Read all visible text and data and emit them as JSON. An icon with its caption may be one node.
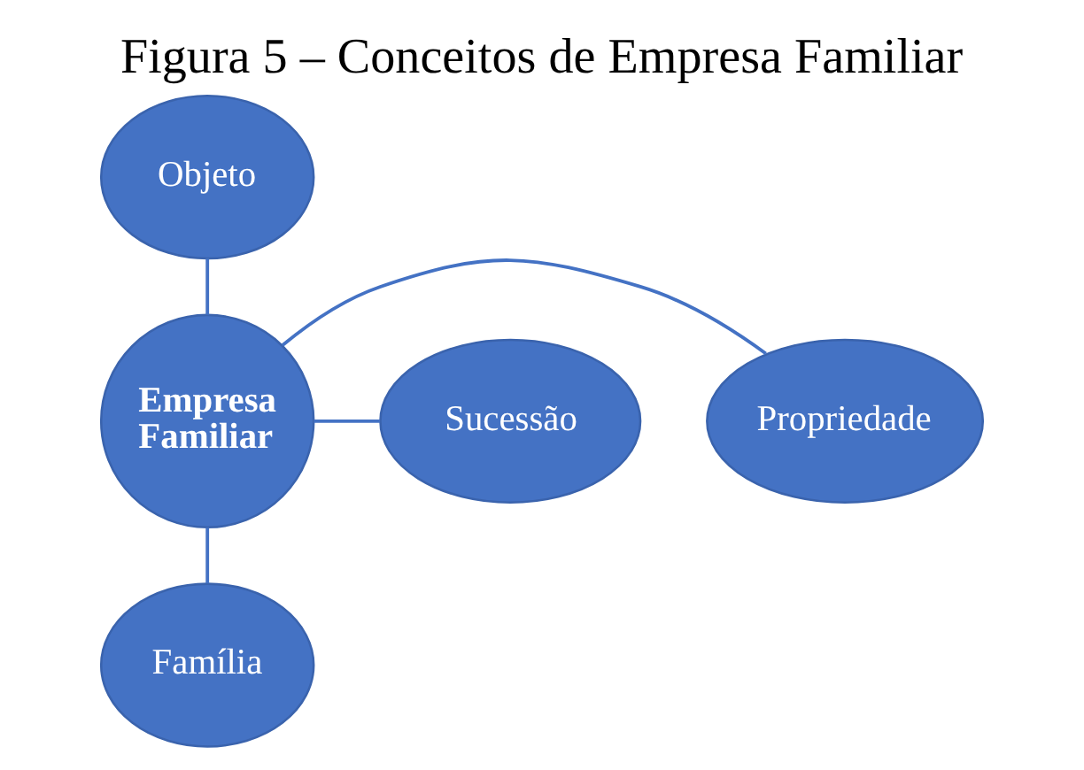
{
  "diagram": {
    "title": "Figura 5 – Conceitos de Empresa Familiar",
    "nodes": [
      {
        "text": [
          "Objeto"
        ]
      },
      {
        "text": [
          "Propriedade"
        ]
      },
      {
        "text": [
          "Empresa Familiar"
        ]
      },
      {
        "text": [
          "Sucessão"
        ]
      },
      {
        "text": [
          "Família"
        ]
      }
    ],
    "edges": [
      {
        "from": 2,
        "to": 0,
        "arrow": "none"
      },
      {
        "from": 2,
        "to": 1,
        "arrow": "none"
      },
      {
        "from": 2,
        "to": 3,
        "arrow": "none"
      },
      {
        "from": 2,
        "to": 4,
        "arrow": "none"
      }
    ]
  }
}
